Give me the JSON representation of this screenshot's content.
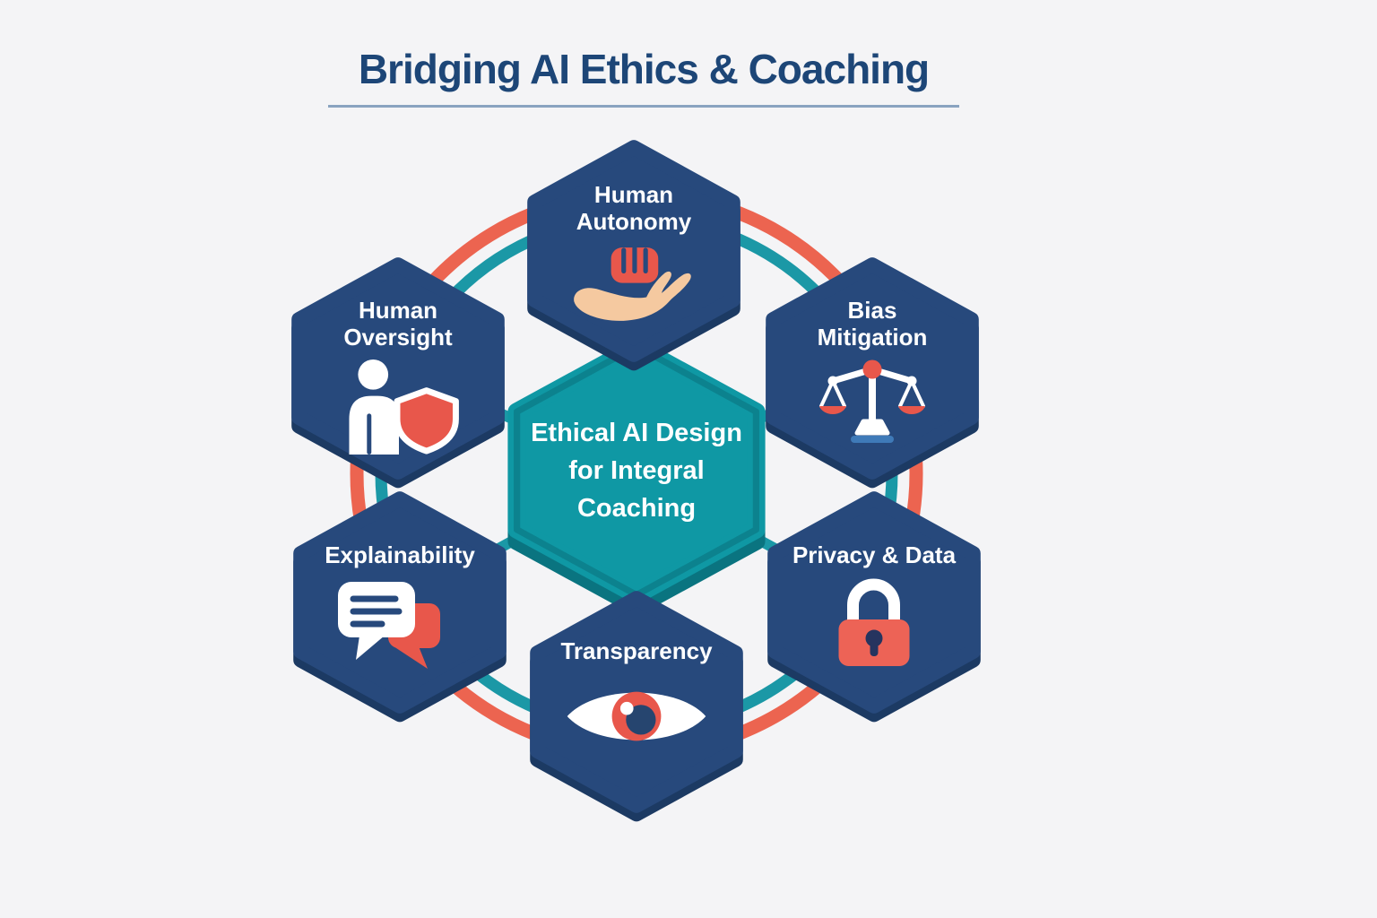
{
  "title": {
    "text": "Bridging AI Ethics & Coaching"
  },
  "center": {
    "label": "Ethical AI Design\nfor Integral\nCoaching",
    "fill_color": "#0f98a4"
  },
  "nodes": [
    {
      "id": "human-autonomy",
      "label": "Human\nAutonomy",
      "icon": "hand-holding-fist-icon",
      "position": "top"
    },
    {
      "id": "human-oversight",
      "label": "Human\nOversight",
      "icon": "person-shield-icon",
      "position": "top-left"
    },
    {
      "id": "bias-mitigation",
      "label": "Bias\nMitigation",
      "icon": "balance-scale-icon",
      "position": "top-right"
    },
    {
      "id": "explainability",
      "label": "Explainability",
      "icon": "speech-bubbles-icon",
      "position": "bottom-left"
    },
    {
      "id": "privacy-data",
      "label": "Privacy & Data",
      "icon": "padlock-icon",
      "position": "bottom-right"
    },
    {
      "id": "transparency",
      "label": "Transparency",
      "icon": "eye-icon",
      "position": "bottom"
    }
  ],
  "colors": {
    "background": "#f4f4f6",
    "title_text": "#1d4677",
    "title_underline": "#8aa3c0",
    "hexagon_navy": "#27497c",
    "hexagon_navy_shadow": "#1c3a63",
    "center_teal": "#0f98a4",
    "center_teal_shadow": "#0a7480",
    "ring_red": "#ec6450",
    "ring_teal": "#1b98a6",
    "icon_red": "#e8574b",
    "icon_peach": "#f5c9a0",
    "icon_blue_bar": "#3f7ab8",
    "icon_white": "#ffffff"
  }
}
